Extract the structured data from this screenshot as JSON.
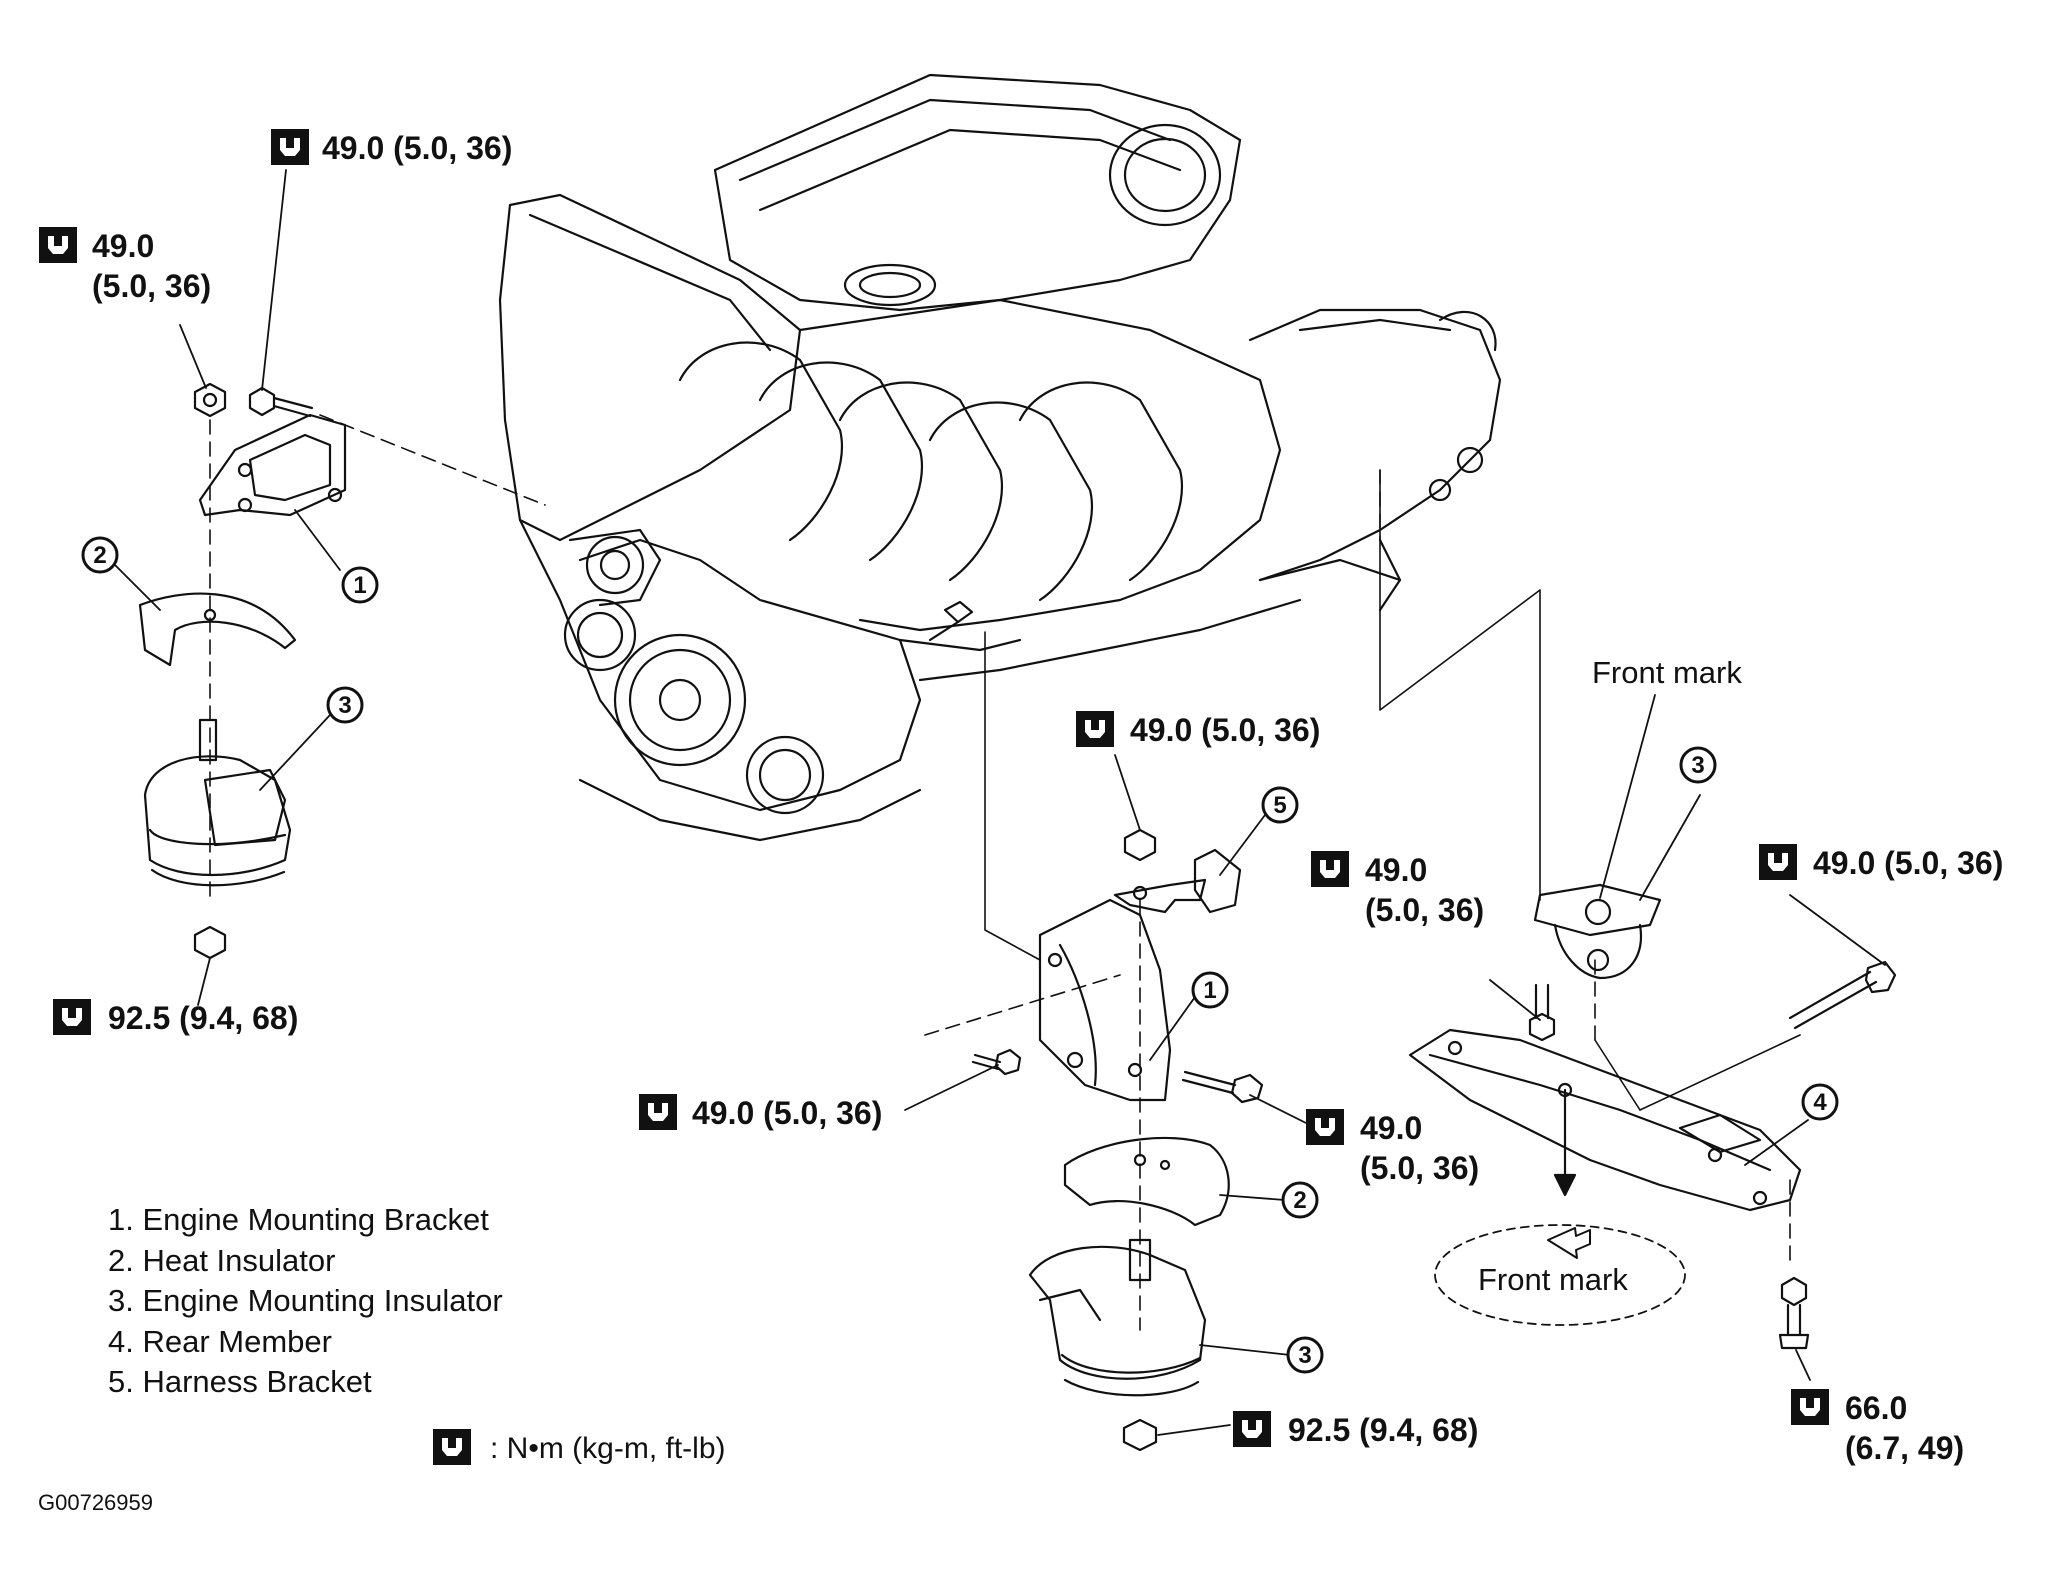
{
  "torque_labels": {
    "t_top_center": "49.0 (5.0, 36)",
    "t_left_line1": "49.0",
    "t_left_line2": "(5.0, 36)",
    "t_left_bottom": "92.5 (9.4, 68)",
    "t_mid_top": "49.0 (5.0, 36)",
    "t_mid_left": "49.0 (5.0, 36)",
    "t_mid_right_line1": "49.0",
    "t_mid_right_line2": "(5.0, 36)",
    "t_mid_bottom": "92.5 (9.4, 68)",
    "t_rear_left_line1": "49.0",
    "t_rear_left_line2": "(5.0, 36)",
    "t_rear_right": "49.0 (5.0, 36)",
    "t_rear_bottom_line1": "66.0",
    "t_rear_bottom_line2": "(6.7, 49)"
  },
  "callouts": {
    "c1": "1",
    "c2": "2",
    "c3": "3",
    "c4": "4",
    "c5": "5"
  },
  "front_mark_top": "Front mark",
  "front_mark_bottom": "Front mark",
  "legend": [
    "1. Engine Mounting Bracket",
    "2. Heat Insulator",
    "3. Engine Mounting Insulator",
    "4. Rear Member",
    "5. Harness Bracket"
  ],
  "unit_note": ":  N•m  (kg-m,  ft-lb)",
  "figure_code": "G00726959"
}
